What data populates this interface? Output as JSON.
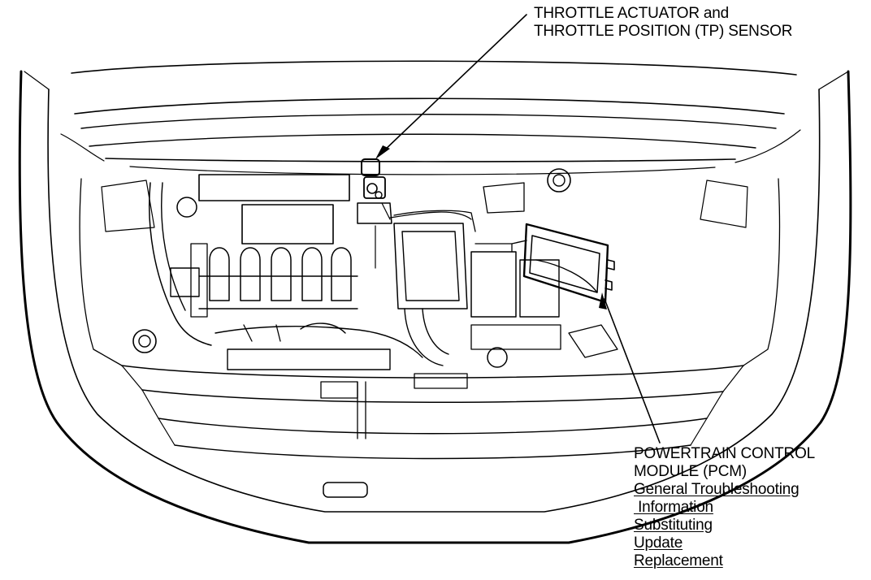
{
  "callouts": {
    "throttle": {
      "line1": "THROTTLE ACTUATOR and",
      "line2": "THROTTLE POSITION (TP) SENSOR"
    },
    "pcm": {
      "line1": "POWERTRAIN CONTROL",
      "line2": "MODULE (PCM)",
      "links": [
        "General Troubleshooting",
        " Information",
        "Substituting",
        "Update",
        "Replacement"
      ]
    }
  },
  "colors": {
    "ink": "#000000",
    "background": "#ffffff"
  }
}
